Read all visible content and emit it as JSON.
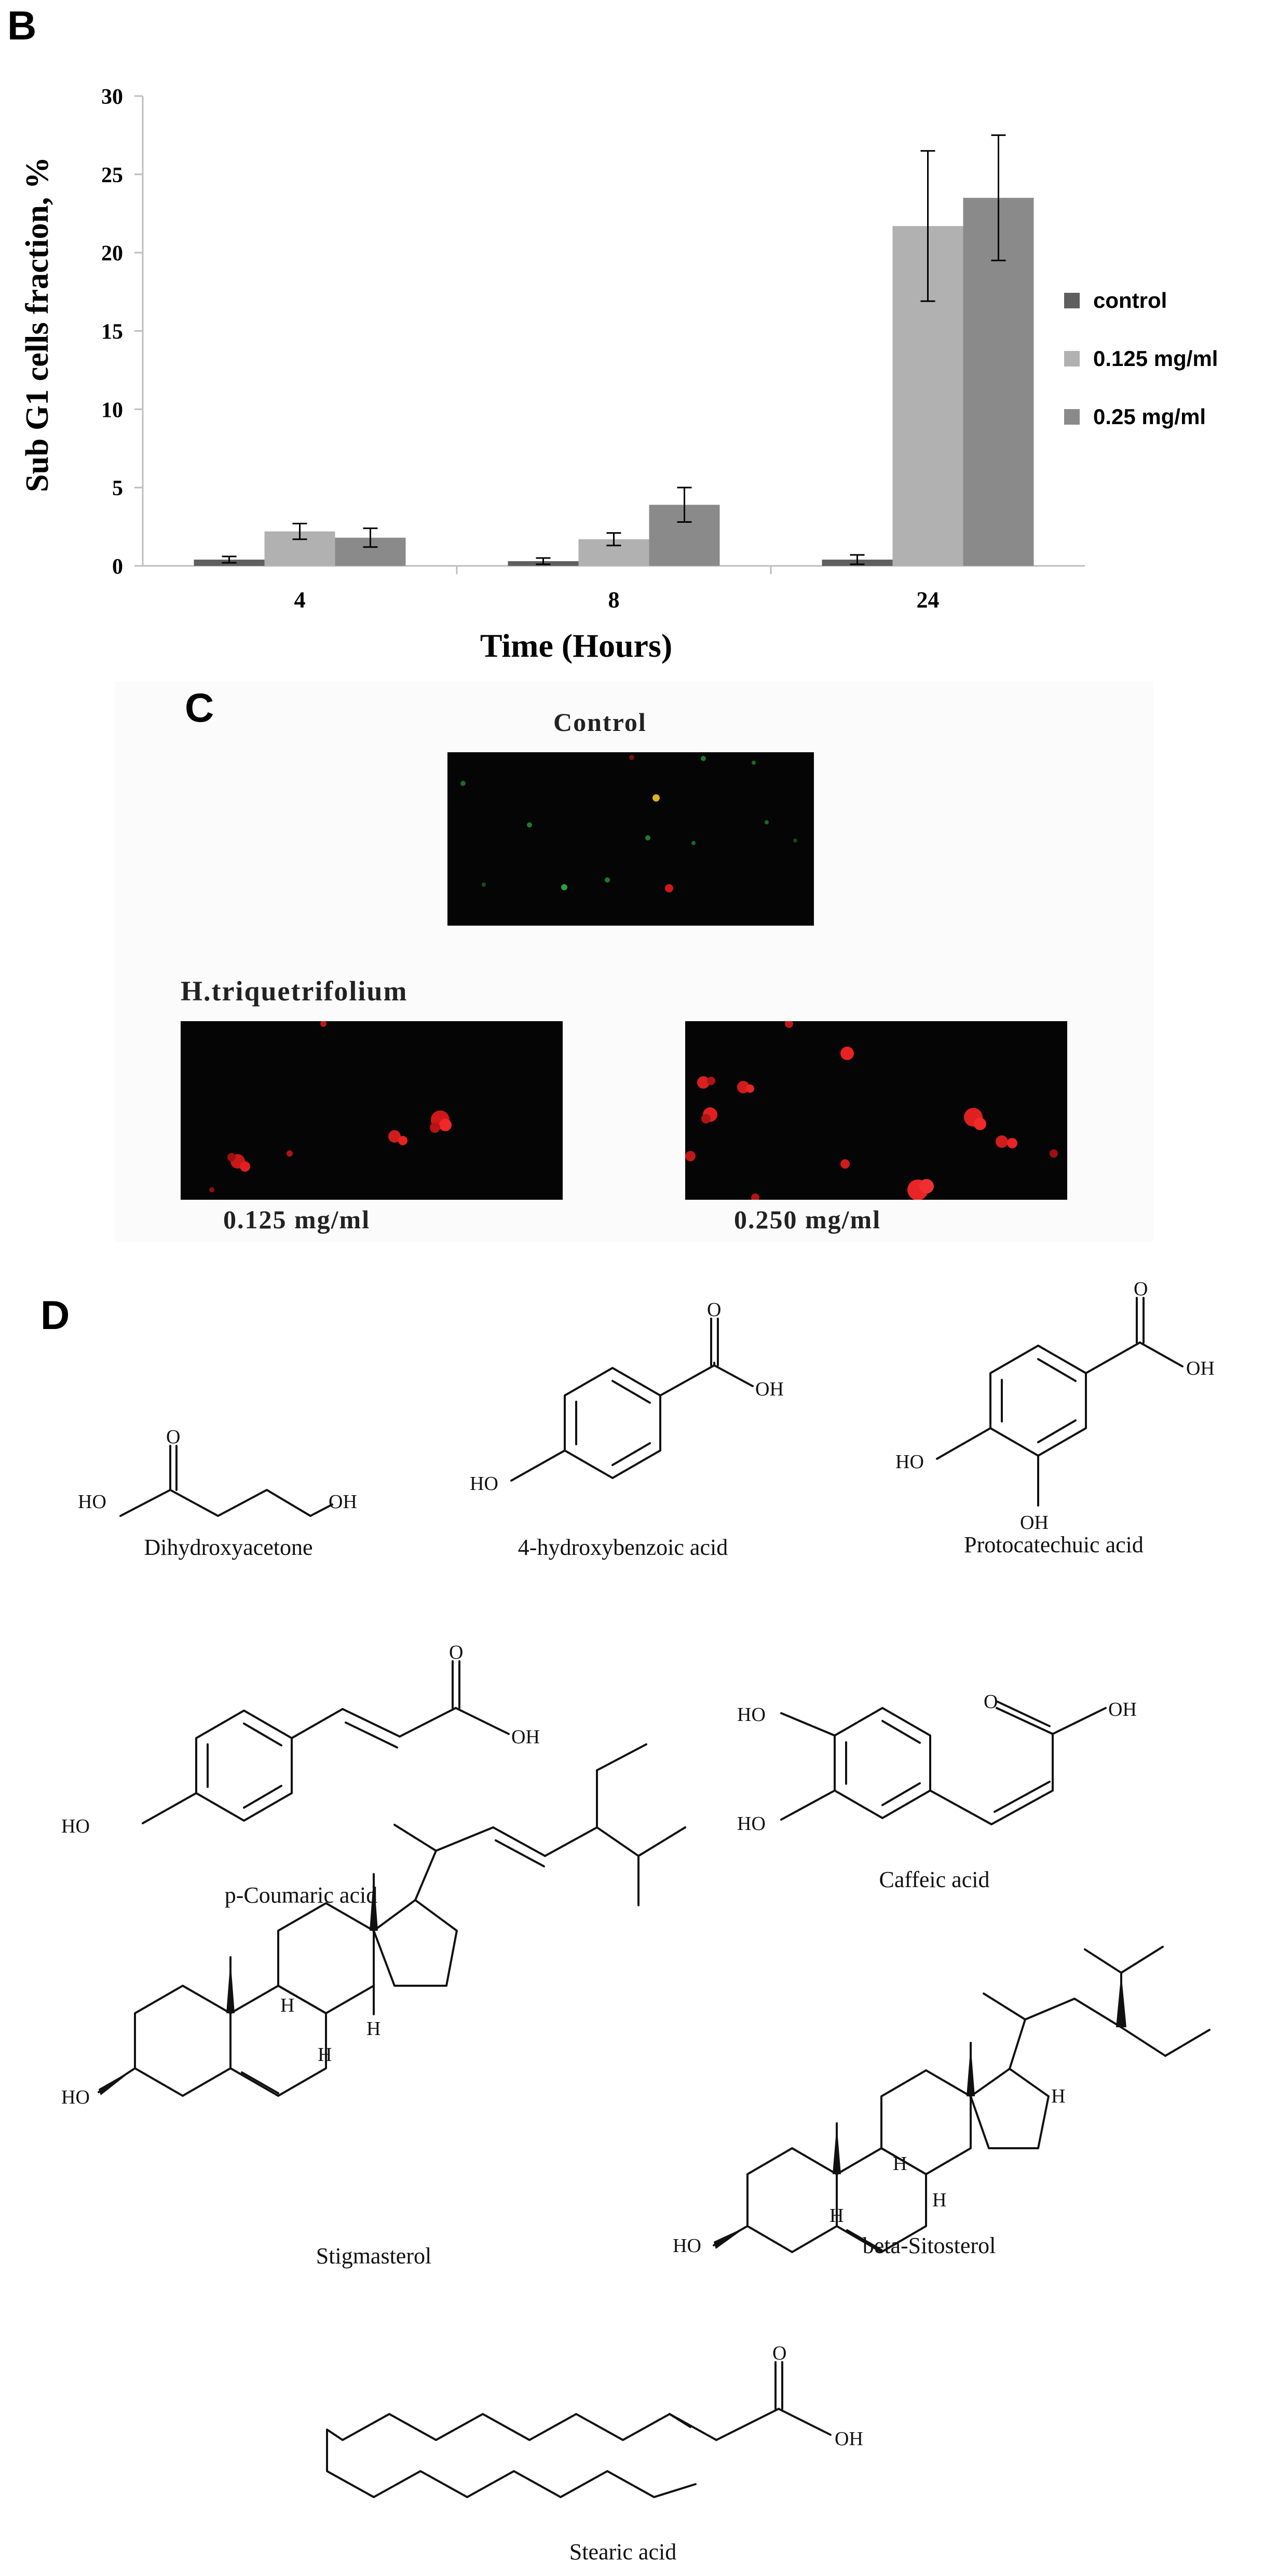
{
  "panels": {
    "b": "B",
    "c": "C",
    "d": "D"
  },
  "chart_data": {
    "type": "bar",
    "categories": [
      "4",
      "8",
      "24"
    ],
    "series": [
      {
        "name": "control",
        "values": [
          0.4,
          0.3,
          0.4
        ],
        "errors": [
          0.2,
          0.2,
          0.3
        ],
        "color": "#5f5f5f"
      },
      {
        "name": "0.125 mg/ml",
        "values": [
          2.2,
          1.7,
          21.7
        ],
        "errors": [
          0.5,
          0.4,
          4.8
        ],
        "color": "#b1b1b1"
      },
      {
        "name": "0.25 mg/ml",
        "values": [
          1.8,
          3.9,
          23.5
        ],
        "errors": [
          0.6,
          1.1,
          4.0
        ],
        "color": "#8a8a8a"
      }
    ],
    "xlabel": "Time (Hours)",
    "ylabel": "Sub G1 cells fraction, %",
    "ylim": [
      0,
      30
    ],
    "yticks": [
      "0",
      "5",
      "10",
      "15",
      "20",
      "25",
      "30"
    ],
    "legend": "right",
    "grid": false
  },
  "microscopy": {
    "control_title": "Control",
    "treatment_title": "H.triquetrifolium",
    "low_dose_label": "0.125 mg/ml",
    "high_dose_label": "0.250 mg/ml"
  },
  "compounds": {
    "c1": "Dihydroxyacetone",
    "c2": "4-hydroxybenzoic acid",
    "c3": "Protocatechuic acid",
    "c4": "p-Coumaric acid",
    "c5": "Caffeic acid",
    "c6": "Stigmasterol",
    "c7": "beta-Sitosterol",
    "c8": "Stearic acid"
  },
  "atoms": {
    "oh": "OH",
    "ho": "HO",
    "o": "O",
    "h": "H"
  }
}
